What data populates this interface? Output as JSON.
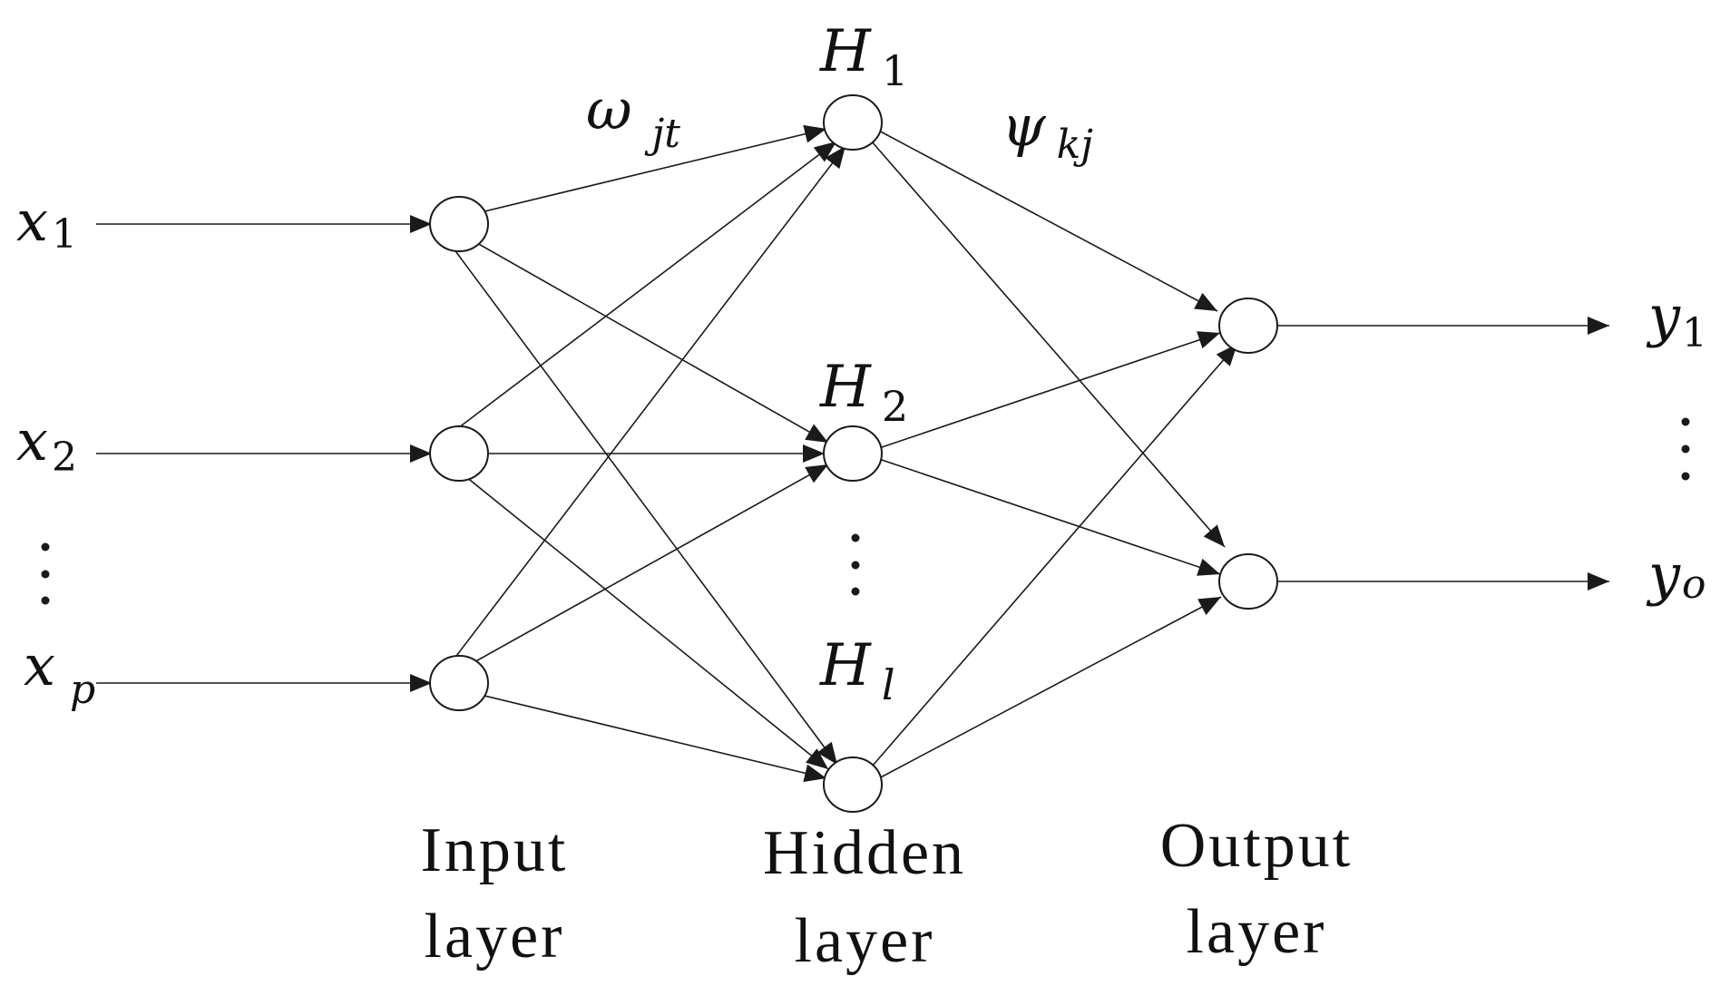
{
  "inputs": {
    "x1": {
      "base": "x",
      "sub": "1"
    },
    "x2": {
      "base": "x",
      "sub": "2"
    },
    "xp": {
      "base": "x",
      "sub": "p"
    }
  },
  "hidden": {
    "h1": {
      "base": "H",
      "sub": "1"
    },
    "h2": {
      "base": "H",
      "sub": "2"
    },
    "hl": {
      "base": "H",
      "sub": "l"
    }
  },
  "outputs": {
    "y1": {
      "base": "y",
      "sub": "1"
    },
    "yo": {
      "base": "y",
      "sub": "o"
    }
  },
  "weights": {
    "input_hidden": {
      "base": "ω",
      "sub": "jt"
    },
    "hidden_output": {
      "base": "ψ",
      "sub": "kj"
    }
  },
  "layers": {
    "input": {
      "line1": "Input",
      "line2": "layer"
    },
    "hidden": {
      "line1": "Hidden",
      "line2": "layer"
    },
    "output": {
      "line1": "Output",
      "line2": "layer"
    }
  },
  "colors": {
    "stroke": "#1a1a1a",
    "node_fill": "#ffffff"
  }
}
